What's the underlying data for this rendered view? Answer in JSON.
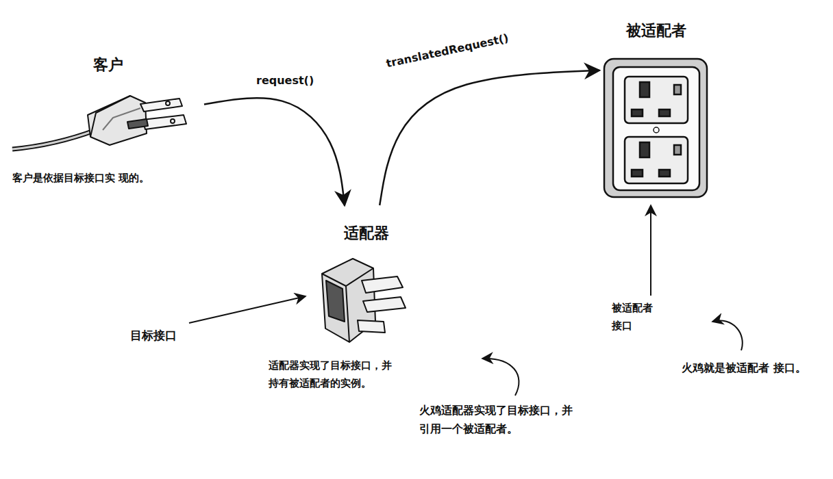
{
  "diagram": {
    "nodes": [
      {
        "text": [
          "客户"
        ]
      },
      {
        "text": [
          "适配器"
        ]
      },
      {
        "text": [
          "被适配者"
        ]
      }
    ],
    "edges": [
      {
        "from": 0,
        "to": 1,
        "label": "request()",
        "arrow": "to"
      },
      {
        "from": 1,
        "to": 2,
        "label": "translatedRequest()",
        "arrow": "to"
      }
    ],
    "labels": [
      "客户是依据目标接口实 现的。",
      "目标接口",
      "适配器实现了目标接口，并 持有被适配者的实例。",
      "火鸡适配器实现了目标接口，并 引用一个被适配者。",
      "被适配者 接口",
      "火鸡就是被适配者 接口。"
    ]
  }
}
